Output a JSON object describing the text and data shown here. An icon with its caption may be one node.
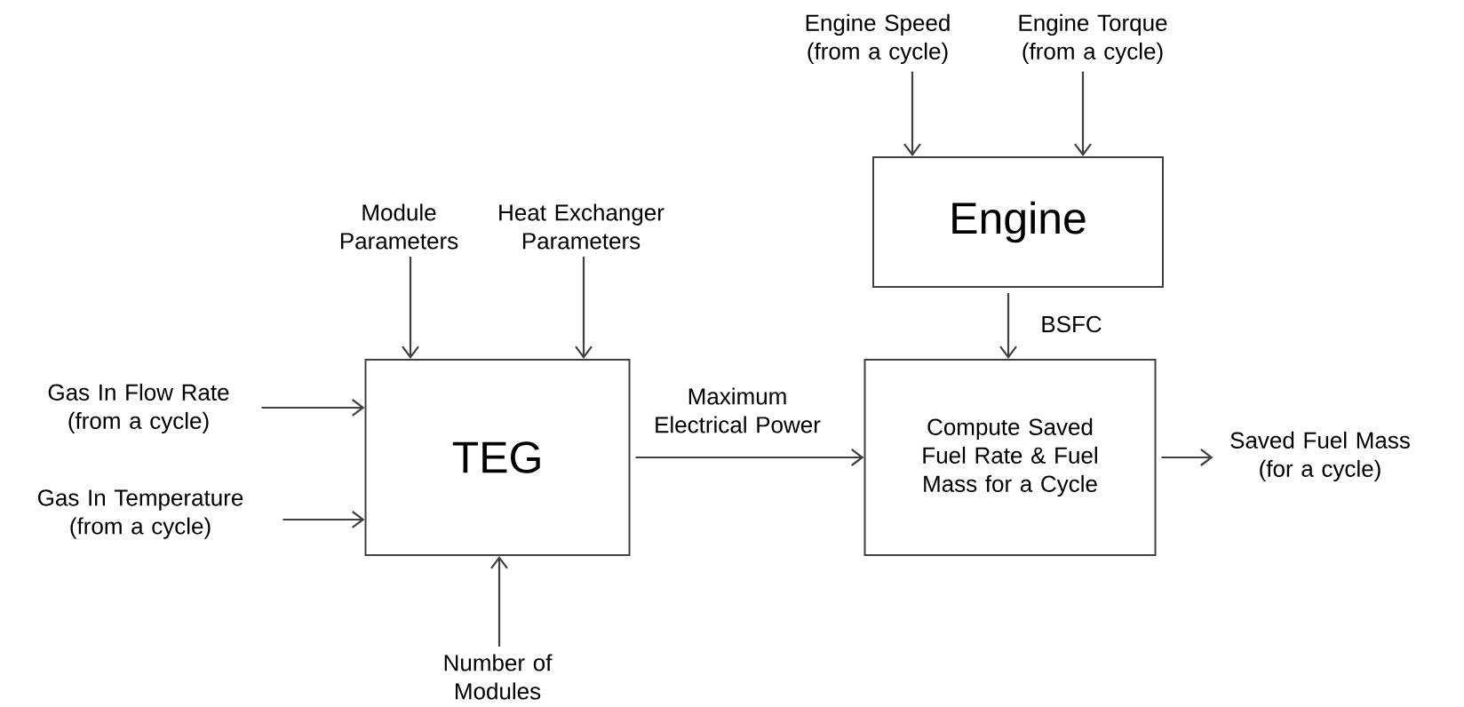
{
  "diagram": {
    "nodes": [
      {
        "text": [
          "Engine Speed (from a cycle)"
        ]
      },
      {
        "text": [
          "Engine Torque (from a cycle)"
        ]
      },
      {
        "text": [
          "Engine"
        ]
      },
      {
        "text": [
          "Module Parameters"
        ]
      },
      {
        "text": [
          "Heat Exchanger Parameters"
        ]
      },
      {
        "text": [
          "Gas In Flow Rate (from a cycle)"
        ]
      },
      {
        "text": [
          "TEG"
        ]
      },
      {
        "text": [
          "Compute Saved Fuel Rate & Fuel Mass for a Cycle"
        ]
      },
      {
        "text": [
          "Gas In Temperature (from a cycle)"
        ]
      },
      {
        "text": [
          "Saved Fuel Mass (for a cycle)"
        ]
      },
      {
        "text": [
          "Number of Modules"
        ]
      }
    ],
    "edges": [
      {
        "from": 0,
        "to": 2,
        "arrow": "to"
      },
      {
        "from": 1,
        "to": 2,
        "arrow": "to"
      },
      {
        "from": 2,
        "to": 7,
        "arrow": "to",
        "label": "BSFC"
      },
      {
        "from": 3,
        "to": 6,
        "arrow": "to"
      },
      {
        "from": 4,
        "to": 6,
        "arrow": "to"
      },
      {
        "from": 5,
        "to": 6,
        "arrow": "to"
      },
      {
        "from": 8,
        "to": 6,
        "arrow": "to"
      },
      {
        "from": 10,
        "to": 6,
        "arrow": "to"
      },
      {
        "from": 6,
        "to": 7,
        "arrow": "to",
        "label": "Maximum Electrical Power"
      },
      {
        "from": 7,
        "to": 9,
        "arrow": "to"
      }
    ]
  }
}
